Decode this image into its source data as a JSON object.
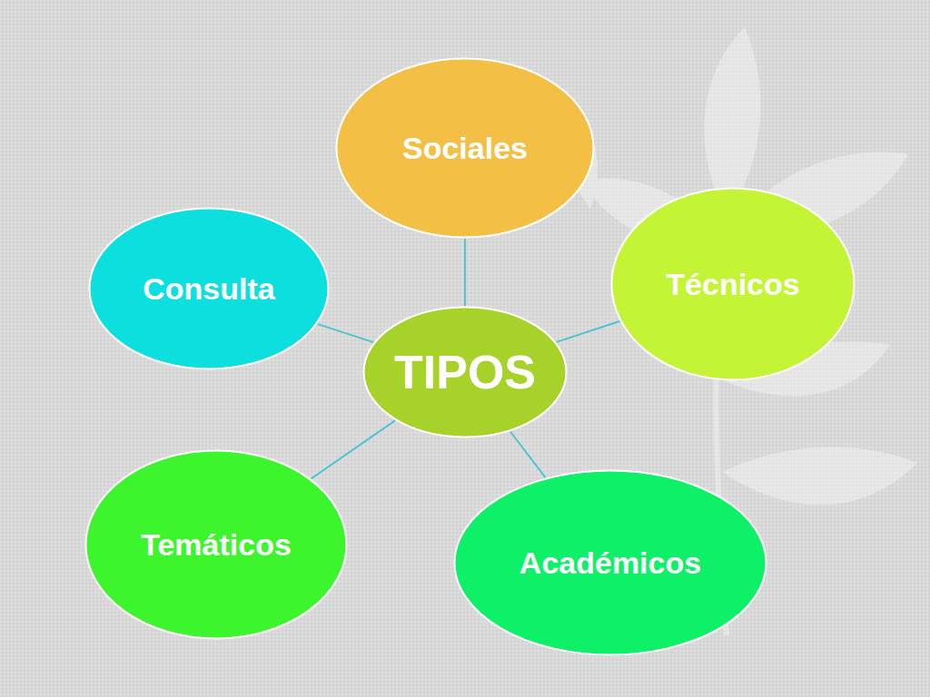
{
  "diagram": {
    "nodes": [
      {
        "text": [
          "Sociales"
        ]
      },
      {
        "text": [
          "Consulta"
        ]
      },
      {
        "text": [
          "Técnicos"
        ]
      },
      {
        "text": [
          "TIPOS"
        ]
      },
      {
        "text": [
          "Temáticos"
        ]
      },
      {
        "text": [
          "Académicos"
        ]
      }
    ],
    "edges": [
      {
        "from": 3,
        "to": 0,
        "arrow": "none"
      },
      {
        "from": 3,
        "to": 1,
        "arrow": "none"
      },
      {
        "from": 3,
        "to": 2,
        "arrow": "none"
      },
      {
        "from": 3,
        "to": 4,
        "arrow": "none"
      },
      {
        "from": 3,
        "to": 5,
        "arrow": "none"
      }
    ]
  }
}
